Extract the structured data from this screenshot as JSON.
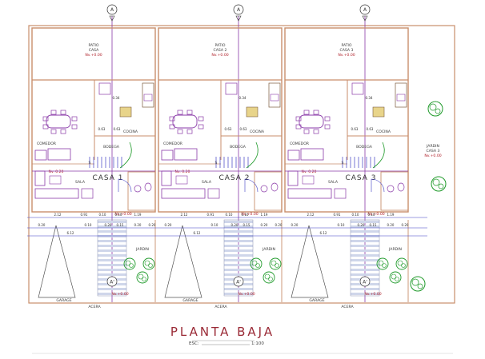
{
  "title": "PLANTA BAJA",
  "scale_prefix": "ESC:",
  "scale_value": "1:100",
  "section_marker": "A",
  "section_marker_end": "A'",
  "houses": [
    {
      "casa_label": "CASA 1",
      "patio": "PATIO",
      "patio_casa": "CASA",
      "patio_level": "Nv.+0.00",
      "comedor": "COMEDOR",
      "cocina": "COCINA",
      "bodega": "BODEGA",
      "sala": "SALA",
      "sala_level": "Nv. 0.20",
      "porch_level": "Nv.+0.00",
      "jardin": "JARDIN",
      "garage": "GARAGE",
      "acera": "ACERA",
      "acera_level": "Nv.+0.00",
      "d1": "0.34",
      "d2": "0.63",
      "d3": "0.63",
      "s": "S"
    },
    {
      "casa_label": "CASA 2",
      "patio": "PATIO",
      "patio_casa": "CASA 2",
      "patio_level": "Nv.+0.00",
      "comedor": "COMEDOR",
      "cocina": "COCINA",
      "bodega": "BODEGA",
      "sala": "SALA",
      "sala_level": "Nv. 0.20",
      "porch_level": "Nv.+0.00",
      "jardin": "JARDIN",
      "garage": "GARAGE",
      "acera": "ACERA",
      "acera_level": "Nv.+0.00",
      "d1": "0.34",
      "d2": "0.63",
      "d3": "0.63",
      "s": "S"
    },
    {
      "casa_label": "CASA 3",
      "patio": "PATIO",
      "patio_casa": "CASA 3",
      "patio_level": "Nv.+0.00",
      "comedor": "COMEDOR",
      "cocina": "COCINA",
      "bodega": "BODEGA",
      "sala": "SALA",
      "sala_level": "Nv. 0.20",
      "porch_level": "Nv.+0.00",
      "jardin": "JARDIN",
      "garage": "GARAGE",
      "acera": "ACERA",
      "acera_level": "Nv.+0.00",
      "d1": "0.34",
      "d2": "0.63",
      "d3": "0.63",
      "s": "S"
    }
  ],
  "side_jardin": {
    "label": "JARDIN",
    "casa": "CASA 3",
    "level": "Nv.+0.00"
  },
  "dims_row1": [
    "2.12",
    "0.91",
    "1.19",
    "0.10",
    "0.10"
  ],
  "dims_row2": [
    "0.20",
    "0.10",
    "0.20",
    "0.15",
    "0.20",
    "0.20"
  ],
  "dims_row3": [
    "6.12"
  ],
  "colors": {
    "wall": "#c98e6b",
    "violet": "#8a3aa8",
    "blue": "#3e3ec4",
    "green": "#1f9a2a",
    "red": "#b0202a",
    "grey": "#555555"
  }
}
